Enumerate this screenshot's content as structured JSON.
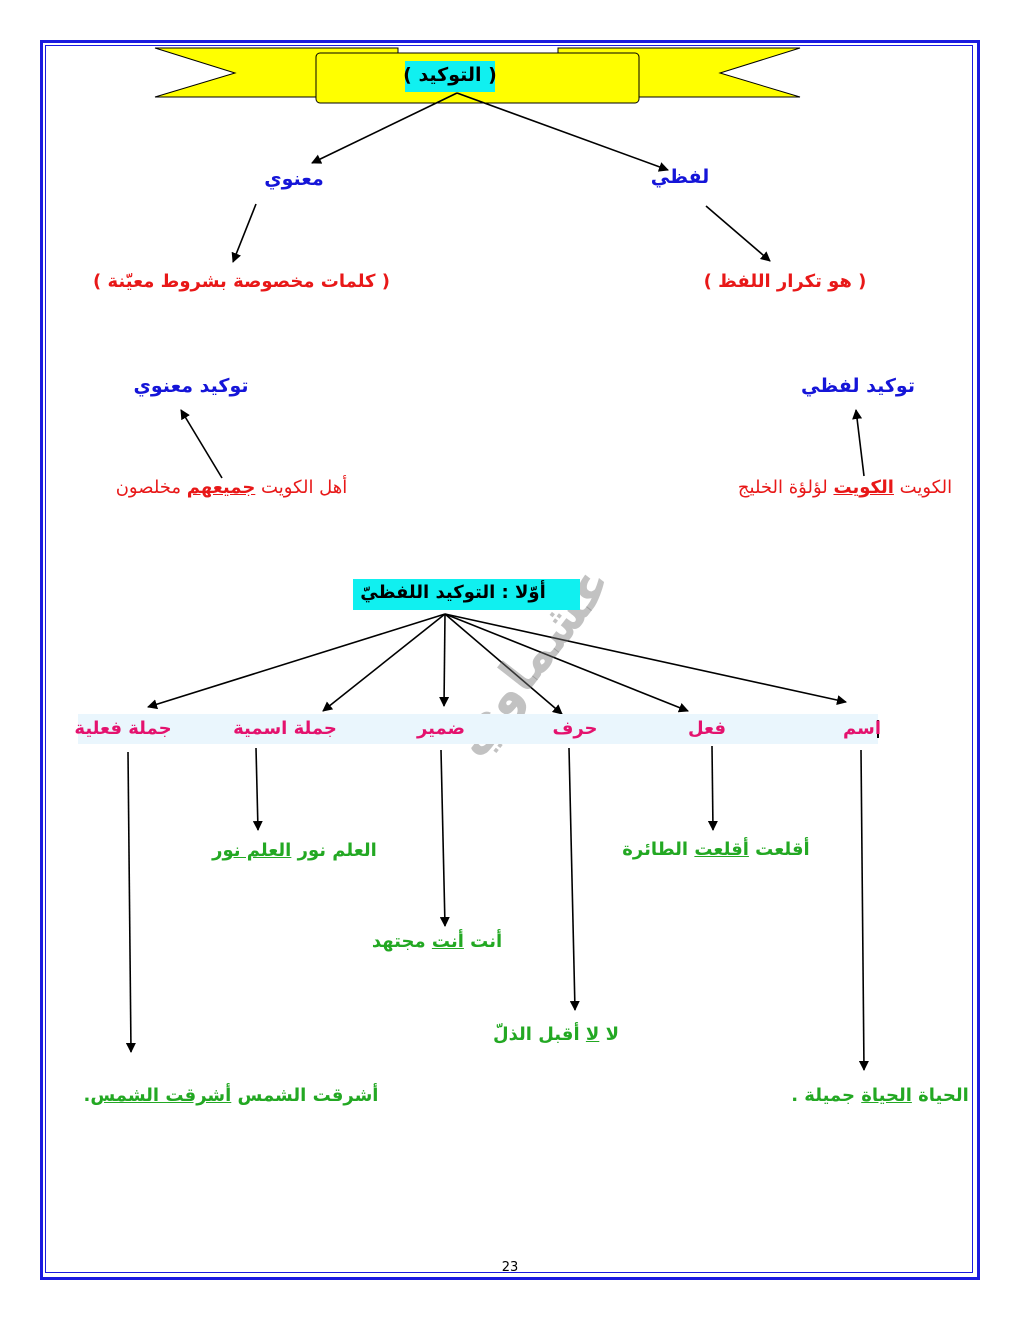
{
  "title": "( التوكيد )",
  "branches": {
    "manawi": "معنوي",
    "lafzi": "لفظي",
    "manawi_def": "( كلمات مخصوصة بشروط معيّنة )",
    "lafzi_def": "( هو تكرار اللفظ )",
    "manawi_label": "توكيد معنوي",
    "lafzi_label": "توكيد لفظي",
    "manawi_example": {
      "before": "أهل الكويت ",
      "emph": "جميعهم",
      "after": " مخلصون"
    },
    "lafzi_example": {
      "before": "الكويت ",
      "emph": "الكويت",
      "after": " لؤلؤة الخليج"
    }
  },
  "section_title": "أوّلا : التوكيد اللفظيّ",
  "categories": [
    "اسم",
    "فعل",
    "حرف",
    "ضمير",
    "جملة اسمية",
    "جملة فعلية"
  ],
  "examples": {
    "ism": {
      "before": "الحياة ",
      "emph": "الحياة",
      "after": " جميلة ."
    },
    "fil": {
      "before": "أقلعت ",
      "emph": "أقلعت",
      "after": " الطائرة"
    },
    "harf": {
      "before": "لا ",
      "emph": "لا",
      "after": " أقبل الذلّ"
    },
    "damir": {
      "before": "أنت ",
      "emph": "أنت",
      "after": " مجتهد"
    },
    "ismiya": {
      "before": "العلم نور ",
      "emph": "العلم نور",
      "after": ""
    },
    "filiya": {
      "before": "أشرقت الشمس ",
      "emph": "أشرقت الشمس",
      "after": "."
    }
  },
  "watermark": "عشماوي",
  "page_number": "23",
  "colors": {
    "border": "#1a1adf",
    "banner": "#ffff00",
    "highlight": "#10f0f0",
    "heading": "#1515d8",
    "definition": "#e81818",
    "category": "#e4126e",
    "example": "#23a823"
  }
}
